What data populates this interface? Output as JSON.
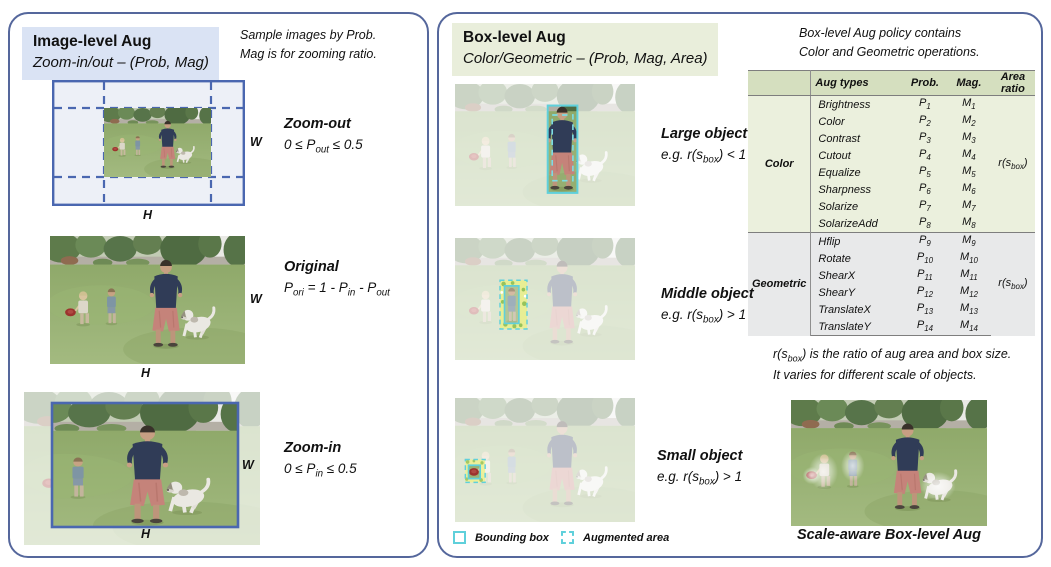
{
  "left_panel": {
    "title": "Image-level Aug",
    "subtitle": "Zoom-in/out – (Prob, Mag)",
    "note": [
      "Sample images by Prob.",
      "Mag is for zooming ratio."
    ],
    "w_label": "W",
    "h_label": "H",
    "figures": [
      {
        "label": "Zoom-out",
        "formula": "0 ≤ P<sub>out</sub> ≤ 0.5"
      },
      {
        "label": "Original",
        "formula": "P<sub>ori</sub> = 1 - P<sub>in</sub> - P<sub>out</sub>"
      },
      {
        "label": "Zoom-in",
        "formula": "0 ≤ P<sub>in</sub> ≤ 0.5"
      }
    ]
  },
  "right_panel": {
    "title": "Box-level Aug",
    "subtitle": "Color/Geometric – (Prob, Mag, Area)",
    "note": [
      "Box-level Aug policy contains",
      "Color and Geometric operations."
    ],
    "examples": [
      {
        "label": "Large object",
        "condition": "e.g. r(s<sub>box</sub>) &lt; 1"
      },
      {
        "label": "Middle object",
        "condition": "e.g. r(s<sub>box</sub>) &gt; 1"
      },
      {
        "label": "Small object",
        "condition": "e.g. r(s<sub>box</sub>) &gt; 1"
      }
    ],
    "table": {
      "headers": [
        "Aug types",
        "Prob.",
        "Mag.",
        "Area ratio"
      ],
      "sections": [
        {
          "category": "Color",
          "area_ratio": "r(s<sub>box</sub>)",
          "rows": [
            {
              "name": "Brightness",
              "prob": "P<sub>1</sub>",
              "mag": "M<sub>1</sub>"
            },
            {
              "name": "Color",
              "prob": "P<sub>2</sub>",
              "mag": "M<sub>2</sub>"
            },
            {
              "name": "Contrast",
              "prob": "P<sub>3</sub>",
              "mag": "M<sub>3</sub>"
            },
            {
              "name": "Cutout",
              "prob": "P<sub>4</sub>",
              "mag": "M<sub>4</sub>"
            },
            {
              "name": "Equalize",
              "prob": "P<sub>5</sub>",
              "mag": "M<sub>5</sub>"
            },
            {
              "name": "Sharpness",
              "prob": "P<sub>6</sub>",
              "mag": "M<sub>6</sub>"
            },
            {
              "name": "Solarize",
              "prob": "P<sub>7</sub>",
              "mag": "M<sub>7</sub>"
            },
            {
              "name": "SolarizeAdd",
              "prob": "P<sub>8</sub>",
              "mag": "M<sub>8</sub>"
            }
          ]
        },
        {
          "category": "Geometric",
          "area_ratio": "r(s<sub>box</sub>)",
          "rows": [
            {
              "name": "Hflip",
              "prob": "P<sub>9</sub>",
              "mag": "M<sub>9</sub>"
            },
            {
              "name": "Rotate",
              "prob": "P<sub>10</sub>",
              "mag": "M<sub>10</sub>"
            },
            {
              "name": "ShearX",
              "prob": "P<sub>11</sub>",
              "mag": "M<sub>11</sub>"
            },
            {
              "name": "ShearY",
              "prob": "P<sub>12</sub>",
              "mag": "M<sub>12</sub>"
            },
            {
              "name": "TranslateX",
              "prob": "P<sub>13</sub>",
              "mag": "M<sub>13</sub>"
            },
            {
              "name": "TranslateY",
              "prob": "P<sub>14</sub>",
              "mag": "M<sub>14</sub>"
            }
          ]
        }
      ]
    },
    "table_note": [
      "r(s<sub>box</sub>) is the ratio of aug area and box size.",
      "It varies for different scale of objects."
    ],
    "legend": [
      {
        "style": "solid",
        "label": "Bounding box"
      },
      {
        "style": "dashed",
        "label": "Augmented area"
      }
    ],
    "caption": "Scale-aware Box-level Aug"
  },
  "colors": {
    "panel_border": "#55679c",
    "image_level_title_bg": "#dae3f4",
    "box_level_title_bg": "#e9eedb",
    "zoom_box_blue": "#4a67b0",
    "bounding_box_cyan": "#5fd0db",
    "table_header_bg": "#d5dfbf",
    "color_section_bg": "#ebf0dd",
    "geometric_section_bg": "#e8e9ea"
  }
}
